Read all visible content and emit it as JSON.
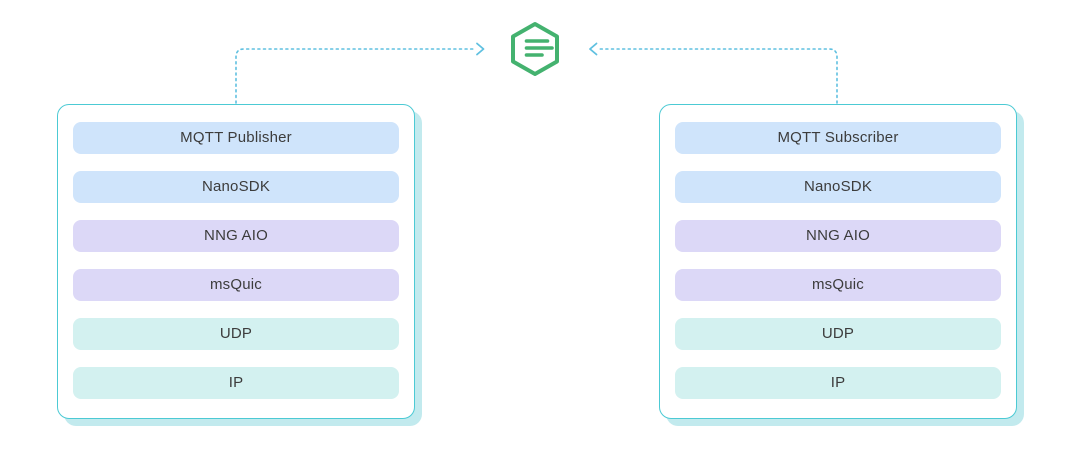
{
  "colors": {
    "icon_green": "#44b26f",
    "connector": "#5fc0e0",
    "box_border": "#4ccad4",
    "box_shadow": "#c2eaee",
    "layer_blue": "#cfe4fb",
    "layer_purple": "#dcd8f7",
    "layer_teal": "#d3f1f0",
    "text": "#3c3c3c"
  },
  "broker": {
    "icon": "hexagon-list-broker-icon"
  },
  "stacks": {
    "left": {
      "name": "publisher-stack",
      "layers": [
        {
          "label": "MQTT Publisher",
          "color": "blue"
        },
        {
          "label": "NanoSDK",
          "color": "blue"
        },
        {
          "label": "NNG AIO",
          "color": "purple"
        },
        {
          "label": "msQuic",
          "color": "purple"
        },
        {
          "label": "UDP",
          "color": "teal"
        },
        {
          "label": "IP",
          "color": "teal"
        }
      ]
    },
    "right": {
      "name": "subscriber-stack",
      "layers": [
        {
          "label": "MQTT Subscriber",
          "color": "blue"
        },
        {
          "label": "NanoSDK",
          "color": "blue"
        },
        {
          "label": "NNG AIO",
          "color": "purple"
        },
        {
          "label": "msQuic",
          "color": "purple"
        },
        {
          "label": "UDP",
          "color": "teal"
        },
        {
          "label": "IP",
          "color": "teal"
        }
      ]
    }
  }
}
